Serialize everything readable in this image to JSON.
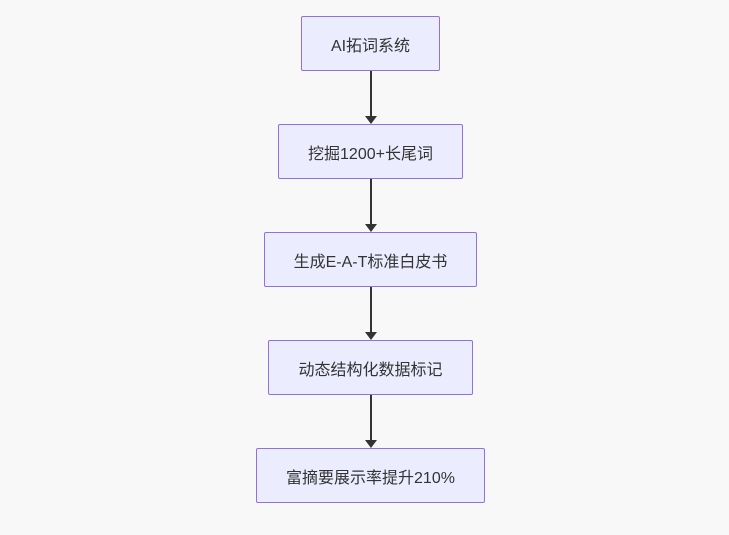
{
  "diagram": {
    "type": "flowchart",
    "direction": "top-down",
    "nodes": [
      {
        "id": "n1",
        "label": "AI拓词系统"
      },
      {
        "id": "n2",
        "label": "挖掘1200+长尾词"
      },
      {
        "id": "n3",
        "label": "生成E-A-T标准白皮书"
      },
      {
        "id": "n4",
        "label": "动态结构化数据标记"
      },
      {
        "id": "n5",
        "label": "富摘要展示率提升210%"
      }
    ],
    "edges": [
      {
        "from": "n1",
        "to": "n2"
      },
      {
        "from": "n2",
        "to": "n3"
      },
      {
        "from": "n3",
        "to": "n4"
      },
      {
        "from": "n4",
        "to": "n5"
      }
    ],
    "colors": {
      "background": "#f8f8f8",
      "node_fill": "#ececff",
      "node_border": "#9370db",
      "edge": "#333333",
      "text": "#333333"
    }
  }
}
